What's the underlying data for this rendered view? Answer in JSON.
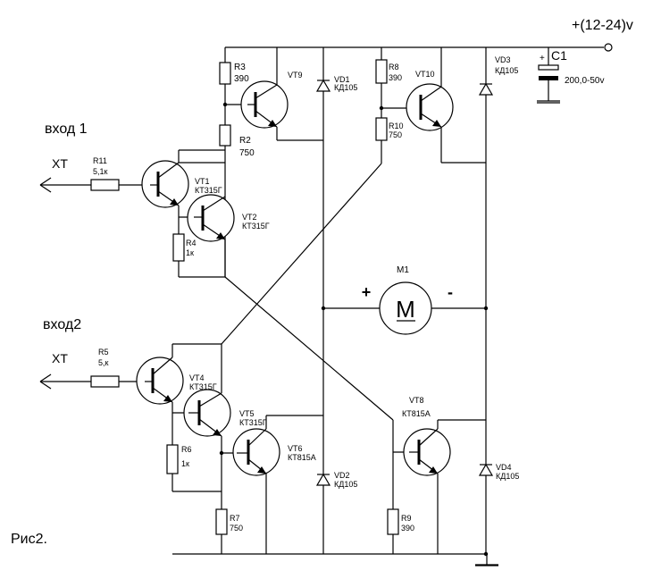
{
  "supply_label": "+(12-24)v",
  "figure_caption": "Рис2.",
  "inputs": [
    {
      "title": "вход 1",
      "connector": "XT"
    },
    {
      "title": "вход2",
      "connector": "XT"
    }
  ],
  "resistors": [
    {
      "ref": "R3",
      "value": "390"
    },
    {
      "ref": "R2",
      "value": "750"
    },
    {
      "ref": "R11",
      "value": "5,1к"
    },
    {
      "ref": "R4",
      "value": "1к"
    },
    {
      "ref": "R8",
      "value": "390"
    },
    {
      "ref": "R10",
      "value": "750"
    },
    {
      "ref": "R5",
      "value": "5,к"
    },
    {
      "ref": "R6",
      "value": "1к"
    },
    {
      "ref": "R7",
      "value": "750"
    },
    {
      "ref": "R9",
      "value": "390"
    }
  ],
  "transistors": [
    {
      "ref": "VT9",
      "type": ""
    },
    {
      "ref": "VT10",
      "type": ""
    },
    {
      "ref": "VT1",
      "type": "КТ315Г"
    },
    {
      "ref": "VT2",
      "type": "КТ315Г"
    },
    {
      "ref": "VT4",
      "type": "КТ315Г"
    },
    {
      "ref": "VT5",
      "type": "КТ315Г"
    },
    {
      "ref": "VT6",
      "type": "КТ815А"
    },
    {
      "ref": "VT8",
      "type": "КТ815А"
    }
  ],
  "diodes": [
    {
      "ref": "VD1",
      "type": "КД105"
    },
    {
      "ref": "VD3",
      "type": "КД105"
    },
    {
      "ref": "VD2",
      "type": "КД105"
    },
    {
      "ref": "VD4",
      "type": "КД105"
    }
  ],
  "capacitor": {
    "ref": "C1",
    "value": "200,0-50v",
    "polarity": "+"
  },
  "motor": {
    "ref": "M1",
    "symbol": "M",
    "plus": "+",
    "minus": "-"
  }
}
